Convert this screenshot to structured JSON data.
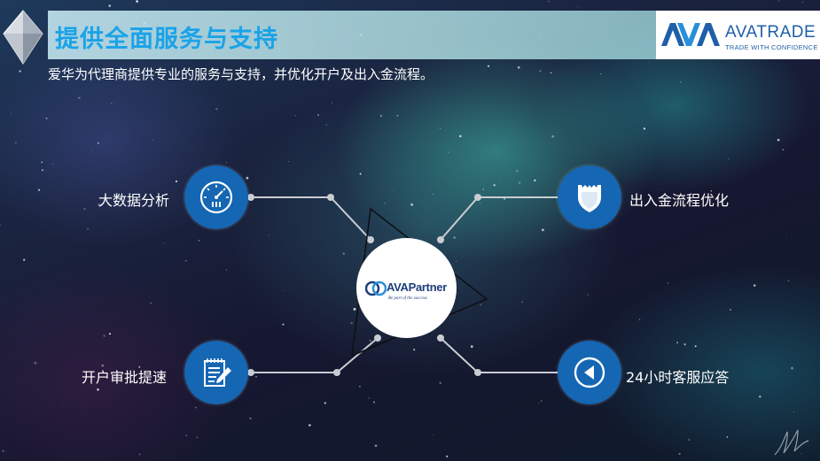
{
  "header": {
    "title": "提供全面服务与支持",
    "subtitle": "爱华为代理商提供专业的服务与支持，并优化开户及出入金流程。"
  },
  "brand": {
    "logo_word": "AVATRADE",
    "logo_tagline": "TRADE WITH CONFIDENCE",
    "accent_color": "#1aa3e8",
    "circle_color": "#1566b3"
  },
  "center": {
    "name": "AVAPartner",
    "tagline": "Be part of the success."
  },
  "features": [
    {
      "label": "大数据分析",
      "icon": "gauge-icon"
    },
    {
      "label": "出入金流程优化",
      "icon": "shield-icon"
    },
    {
      "label": "开户审批提速",
      "icon": "document-edit-icon"
    },
    {
      "label": "24小时客服应答",
      "icon": "play-back-icon"
    }
  ]
}
